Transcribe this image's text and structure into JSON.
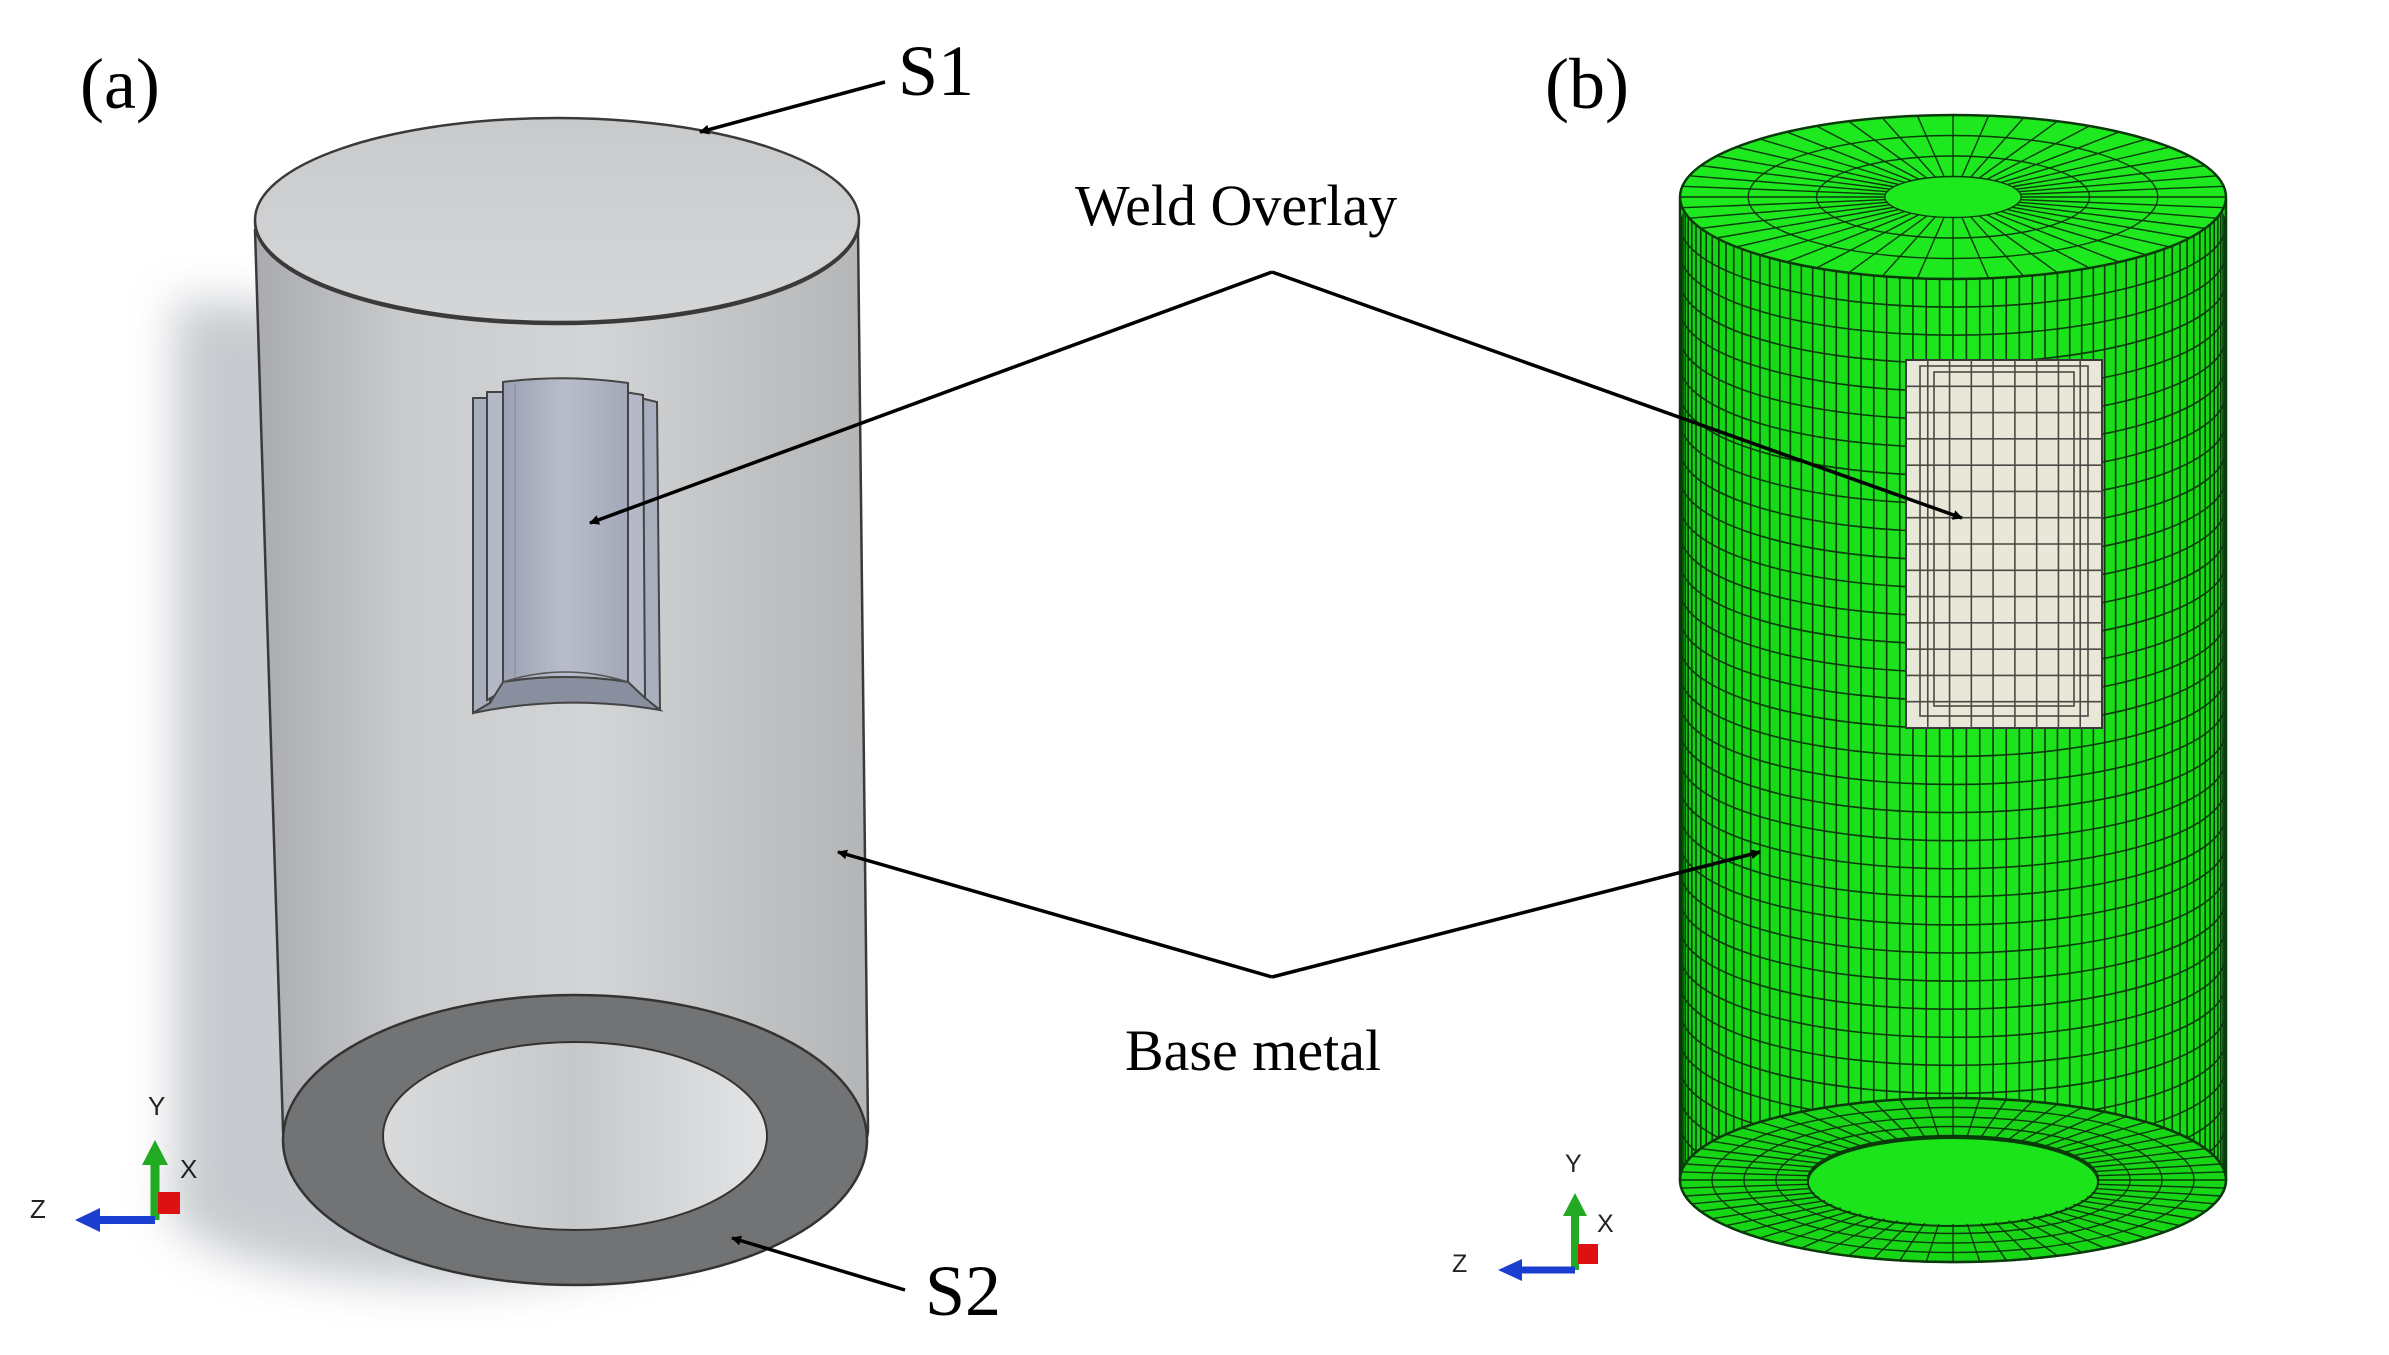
{
  "panel_a": {
    "label": "(a)",
    "surface_top": "S1",
    "surface_bottom": "S2",
    "triad": {
      "x": "X",
      "y": "Y",
      "z": "Z"
    }
  },
  "panel_b": {
    "label": "(b)",
    "triad": {
      "x": "X",
      "y": "Y",
      "z": "Z"
    }
  },
  "annotations": {
    "weld_overlay": "Weld Overlay",
    "base_metal": "Base metal"
  },
  "colors": {
    "cylinder_gray": "#c4c6c8",
    "cylinder_dark": "#7a7c7e",
    "overlay_blue": "#aeb3c2",
    "mesh_green": "#18e018",
    "mesh_line": "#0a3a0a",
    "overlay_mesh": "#e8e6d6",
    "axis_y": "#22aa22",
    "axis_z": "#1a3fd0",
    "axis_x": "#dd1111"
  }
}
